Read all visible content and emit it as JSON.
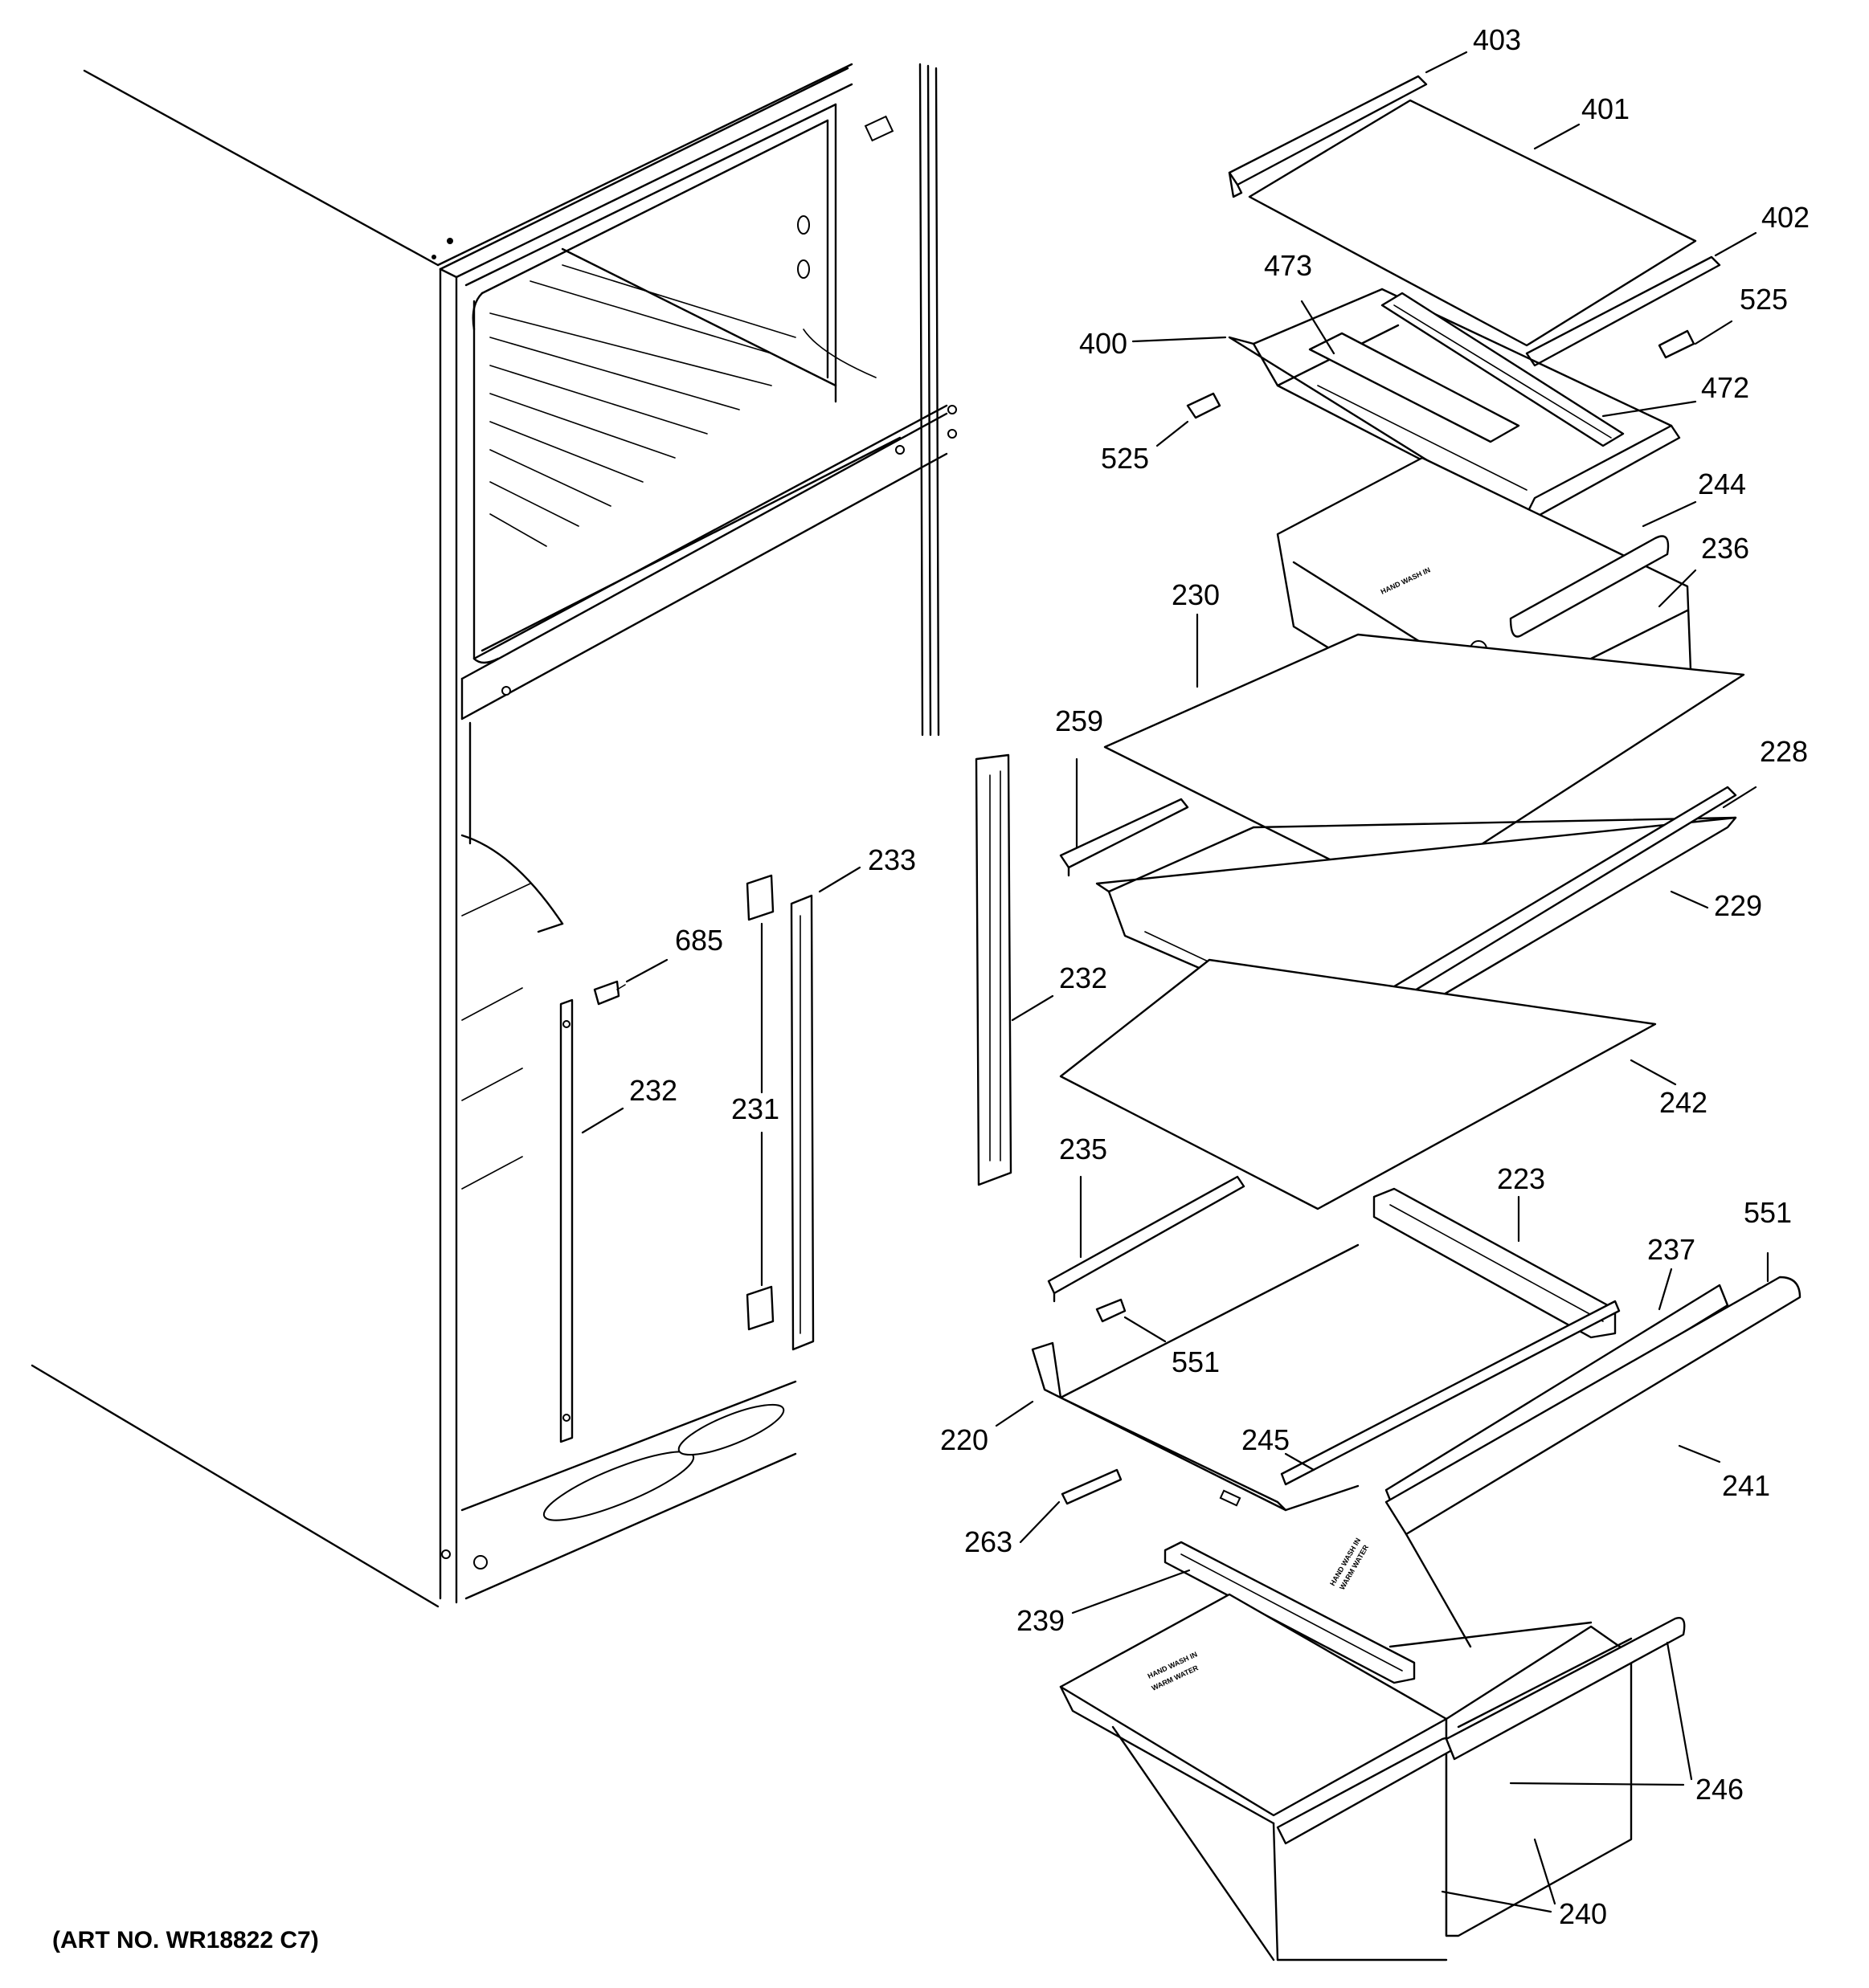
{
  "callouts": [
    {
      "id": "403",
      "text": "403"
    },
    {
      "id": "401",
      "text": "401"
    },
    {
      "id": "402",
      "text": "402"
    },
    {
      "id": "473",
      "text": "473"
    },
    {
      "id": "525a",
      "text": "525"
    },
    {
      "id": "400",
      "text": "400"
    },
    {
      "id": "472",
      "text": "472"
    },
    {
      "id": "525b",
      "text": "525"
    },
    {
      "id": "244",
      "text": "244"
    },
    {
      "id": "236",
      "text": "236"
    },
    {
      "id": "230",
      "text": "230"
    },
    {
      "id": "259",
      "text": "259"
    },
    {
      "id": "228",
      "text": "228"
    },
    {
      "id": "233",
      "text": "233"
    },
    {
      "id": "229",
      "text": "229"
    },
    {
      "id": "685",
      "text": "685"
    },
    {
      "id": "232a",
      "text": "232"
    },
    {
      "id": "232b",
      "text": "232"
    },
    {
      "id": "231",
      "text": "231"
    },
    {
      "id": "242",
      "text": "242"
    },
    {
      "id": "235",
      "text": "235"
    },
    {
      "id": "223",
      "text": "223"
    },
    {
      "id": "551a",
      "text": "551"
    },
    {
      "id": "237",
      "text": "237"
    },
    {
      "id": "551b",
      "text": "551"
    },
    {
      "id": "220",
      "text": "220"
    },
    {
      "id": "245",
      "text": "245"
    },
    {
      "id": "241",
      "text": "241"
    },
    {
      "id": "263",
      "text": "263"
    },
    {
      "id": "239",
      "text": "239"
    },
    {
      "id": "246",
      "text": "246"
    },
    {
      "id": "240",
      "text": "240"
    }
  ],
  "bin_labels": {
    "line1": "HAND WASH IN",
    "line2": "WARM WATER"
  },
  "art_number": "(ART NO. WR18822 C7)"
}
